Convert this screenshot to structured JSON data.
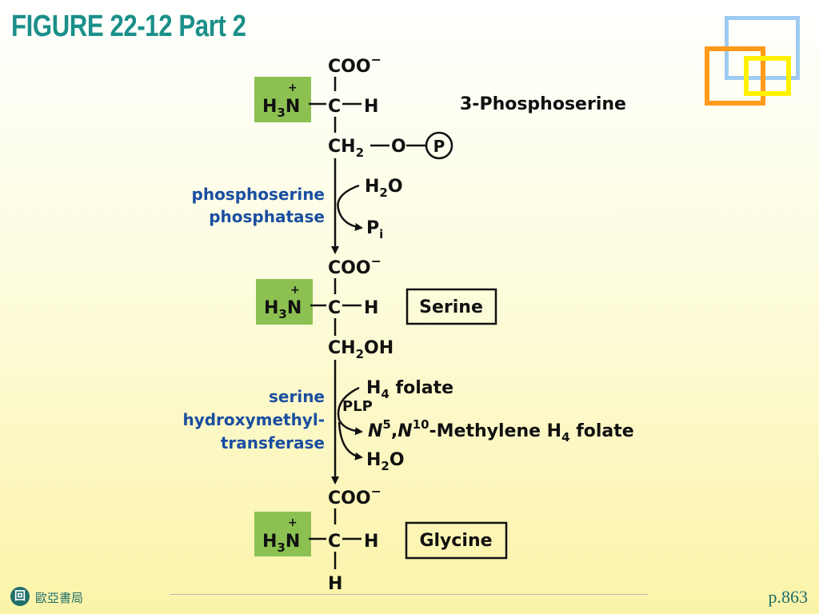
{
  "slide": {
    "title": "FIGURE 22-12 Part 2",
    "footer_publisher": "歐亞書局",
    "footer_logo_glyph": "回",
    "page_ref": "p.863"
  },
  "molecules": {
    "phosphoserine": {
      "name": "3-Phosphoserine",
      "carboxyl": "COO",
      "charge_minus": "−",
      "amino_h3": "H",
      "amino_sub": "3",
      "amino_n": "N",
      "amino_plus": "+",
      "alpha_c": "C",
      "alpha_h": "H",
      "side_chain": "CH",
      "side_sub": "2",
      "side_o": "O",
      "phosphate": "P"
    },
    "serine": {
      "name": "Serine",
      "carboxyl": "COO",
      "charge_minus": "−",
      "amino_h3": "H",
      "amino_sub": "3",
      "amino_n": "N",
      "amino_plus": "+",
      "alpha_c": "C",
      "alpha_h": "H",
      "side_chain": "CH",
      "side_sub": "2",
      "side_rest": "OH"
    },
    "glycine": {
      "name": "Glycine",
      "carboxyl": "COO",
      "charge_minus": "−",
      "amino_h3": "H",
      "amino_sub": "3",
      "amino_n": "N",
      "amino_plus": "+",
      "alpha_c": "C",
      "alpha_h": "H",
      "bottom_h": "H"
    }
  },
  "reactions": {
    "step1": {
      "enzyme_line1": "phosphoserine",
      "enzyme_line2": "phosphatase",
      "reactant": "H",
      "reactant_sub": "2",
      "reactant_rest": "O",
      "product": "P",
      "product_sub": "i"
    },
    "step2": {
      "enzyme_line1": "serine",
      "enzyme_line2": "hydroxymethyl-",
      "enzyme_line3": "transferase",
      "cofactor_a": "H",
      "cofactor_a_sub": "4",
      "cofactor_a_rest": " folate",
      "cofactor_b": "PLP",
      "product1_n5": "N",
      "product1_sup5": "5",
      "product1_comma": ",",
      "product1_n10": "N",
      "product1_sup10": "10",
      "product1_rest": "-Methylene H",
      "product1_sub": "4",
      "product1_end": " folate",
      "product2": "H",
      "product2_sub": "2",
      "product2_rest": "O"
    }
  },
  "colors": {
    "title": "#1b8f8a",
    "enzyme_text": "#1a4ea0",
    "amino_box": "#8cc152",
    "background_bottom": "#fbf3a8"
  }
}
